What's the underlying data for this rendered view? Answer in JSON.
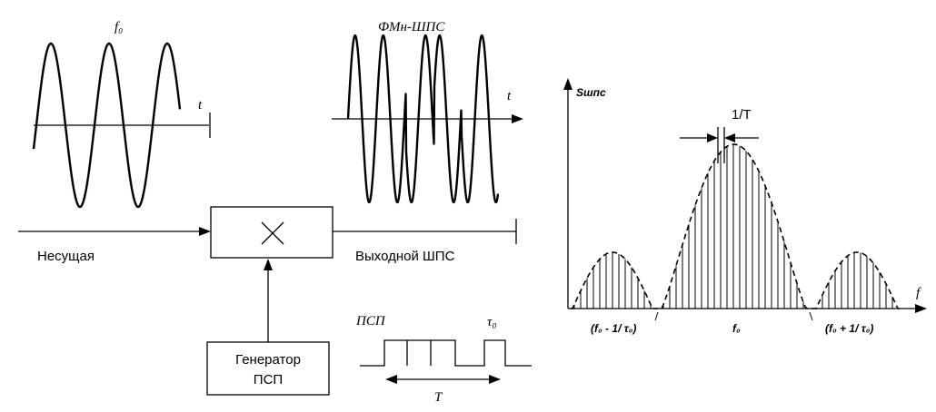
{
  "carrier_wave": {
    "label": "f₀",
    "axis_label": "t"
  },
  "output_wave": {
    "label": "ФМн-ШПС",
    "axis_label": "t"
  },
  "mixer": {
    "symbol": "×"
  },
  "carrier_input": {
    "label": "Несущая"
  },
  "output_signal": {
    "label": "Выходной ШПС"
  },
  "generator": {
    "line1": "Генератор",
    "line2": "ПСП"
  },
  "prs_sequence": {
    "label": "ПСП",
    "chip_label": "τ₀",
    "period_label": "T"
  },
  "spectrum": {
    "y_label": "Sшпс",
    "x_label": "f",
    "spacing_label": "1/T",
    "center_label": "f₀",
    "left_null_label": "(f₀ - 1/ τ₀)",
    "right_null_label": "(f₀ + 1/ τ₀)"
  }
}
